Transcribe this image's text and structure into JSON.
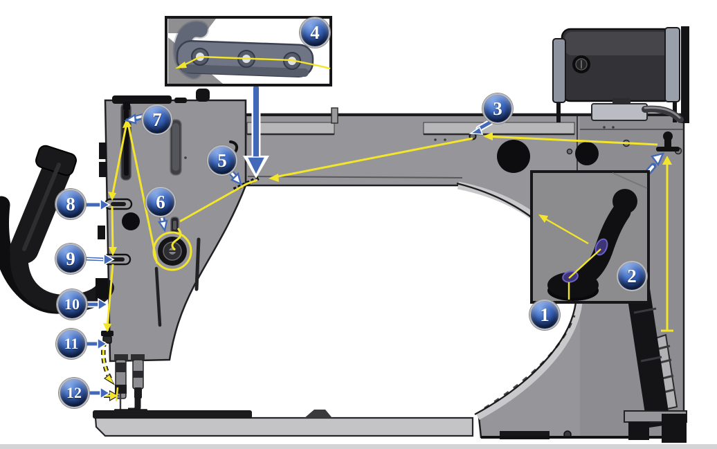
{
  "diagram": {
    "type": "machine-threading-diagram",
    "callouts": [
      {
        "label": "1"
      },
      {
        "label": "2"
      },
      {
        "label": "3"
      },
      {
        "label": "4"
      },
      {
        "label": "5"
      },
      {
        "label": "6"
      },
      {
        "label": "7"
      },
      {
        "label": "8"
      },
      {
        "label": "9"
      },
      {
        "label": "10"
      },
      {
        "label": "11"
      },
      {
        "label": "12"
      }
    ],
    "colors": {
      "thread_yellow": "#f3e52c",
      "arrow_blue": "#4268ba",
      "badge_dark": "#142e6b",
      "badge_light": "#7ea6ea",
      "machine_gray": "#96969a",
      "machine_outline": "#1f1f21",
      "bed_gray": "#c4c4c6",
      "inset_gray": "#8c8c8e"
    }
  }
}
